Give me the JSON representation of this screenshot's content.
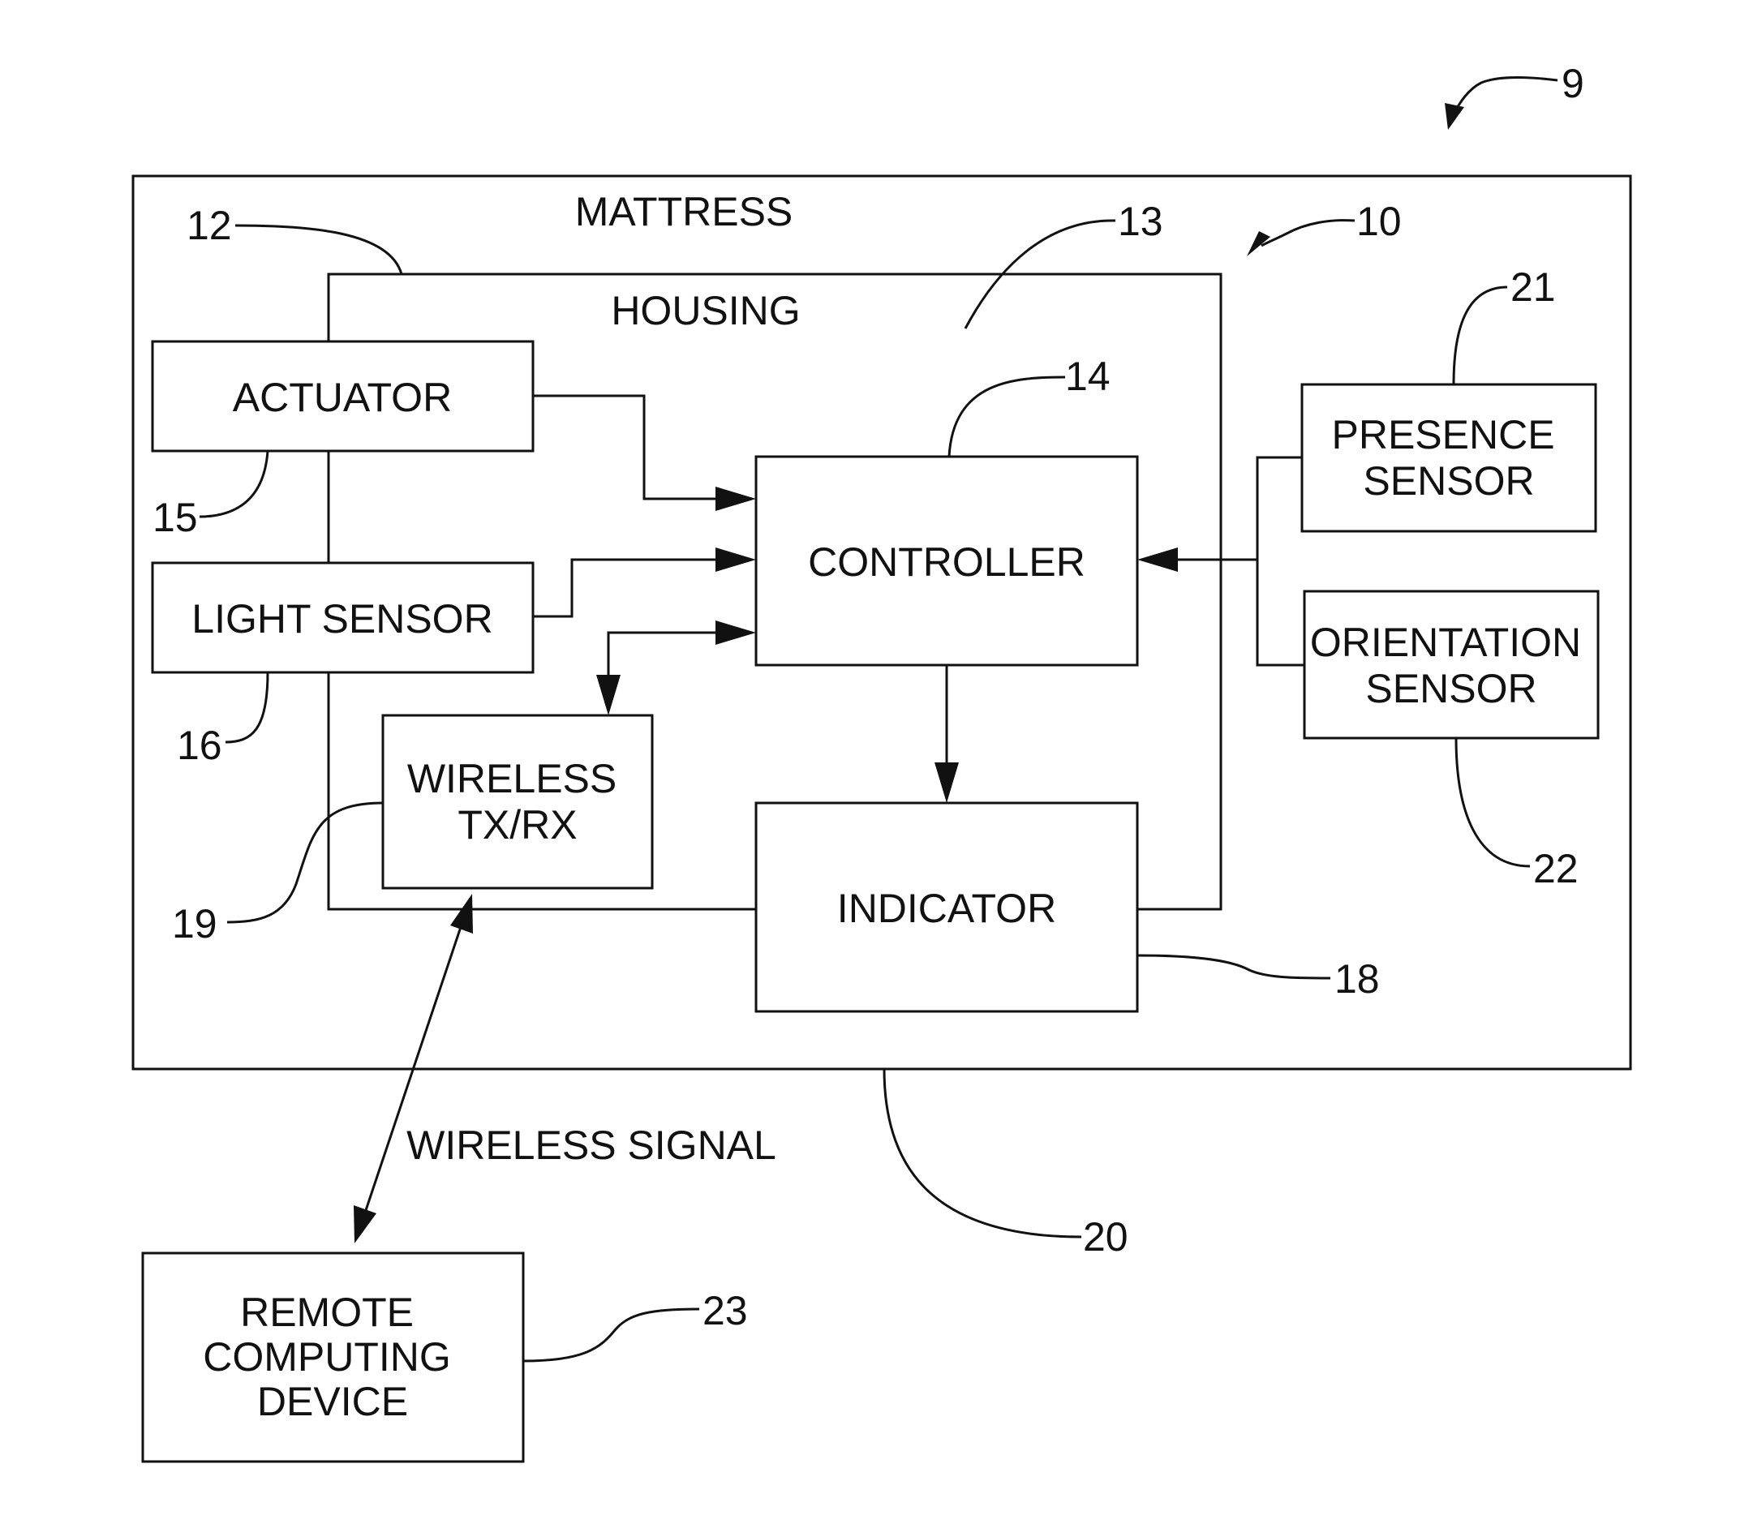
{
  "labels": {
    "mattress": "MATTRESS",
    "housing": "HOUSING",
    "actuator": "ACTUATOR",
    "light_sensor": "LIGHT SENSOR",
    "controller": "CONTROLLER",
    "presence_sensor": [
      "PRESENCE",
      "SENSOR"
    ],
    "orientation_sensor": [
      "ORIENTATION",
      "SENSOR"
    ],
    "wireless_txrx": [
      "WIRELESS",
      "TX/RX"
    ],
    "indicator": "INDICATOR",
    "wireless_signal": "WIRELESS SIGNAL",
    "remote_computing_device": [
      "REMOTE",
      "COMPUTING",
      "DEVICE"
    ]
  },
  "refs": {
    "system": "9",
    "assembly": "10",
    "housing_edge": "12",
    "housing_interior": "13",
    "controller": "14",
    "actuator": "15",
    "light_sensor": "16",
    "indicator": "18",
    "wireless_txrx": "19",
    "mattress": "20",
    "presence_sensor": "21",
    "orientation_sensor": "22",
    "remote_computing_device": "23"
  }
}
